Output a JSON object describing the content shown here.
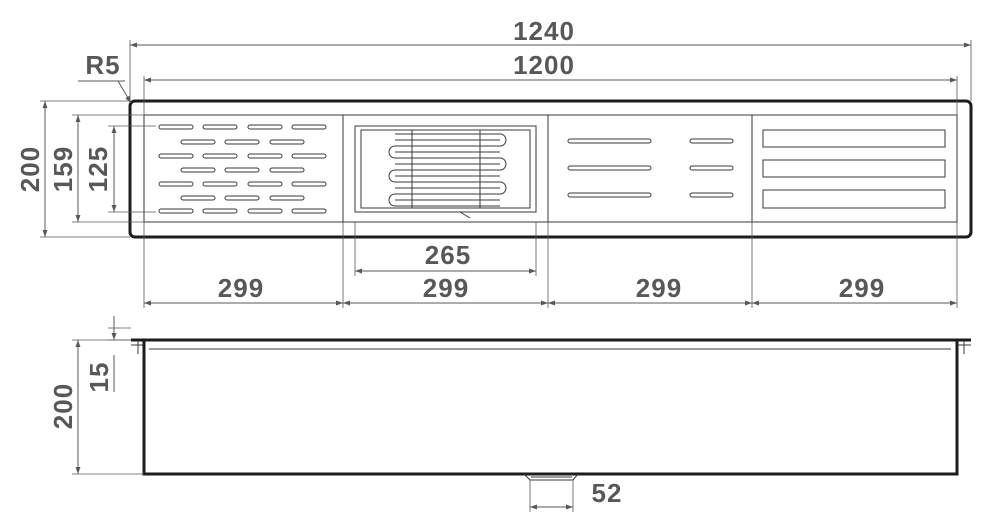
{
  "dimensions": {
    "overall_length": "1240",
    "inner_length": "1200",
    "corner_radius": "R5",
    "overall_width": "200",
    "inner_width": "159",
    "insert_width": "125",
    "basket_length": "265",
    "section_1": "299",
    "section_2": "299",
    "section_3": "299",
    "section_4": "299",
    "side_depth": "200",
    "rim_height": "15",
    "drain_diameter": "52"
  },
  "colors": {
    "dimension": "#58585a",
    "outline": "#1c1c1c"
  }
}
